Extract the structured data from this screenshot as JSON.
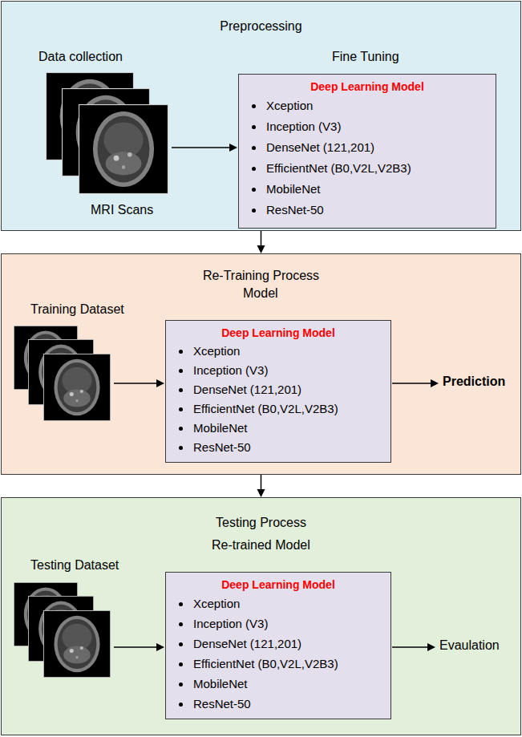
{
  "diagram": {
    "nodes": [
      {
        "text": [
          "Preprocessing"
        ]
      },
      {
        "text": [
          "Deep Learning Model",
          "Xception",
          "Inception (V3)",
          "DenseNet (121,201)",
          "EfficientNet (B0,V2L,V2B3)",
          "MobileNet",
          "ResNet-50"
        ],
        "in": 0
      },
      {
        "text": [
          "Re-Training Process"
        ]
      },
      {
        "text": [
          "Deep Learning Model",
          "Xception",
          "Inception (V3)",
          "DenseNet (121,201)",
          "EfficientNet (B0,V2L,V2B3)",
          "MobileNet",
          "ResNet-50"
        ],
        "in": 2
      },
      {
        "text": [
          "Testing Process"
        ]
      },
      {
        "text": [
          "Deep Learning Model",
          "Xception",
          "Inception (V3)",
          "DenseNet (121,201)",
          "EfficientNet (B0,V2L,V2B3)",
          "MobileNet",
          "ResNet-50"
        ],
        "in": 4
      }
    ],
    "edges": [
      {
        "from": 0,
        "to": 2,
        "arrow": "to"
      },
      {
        "from": 2,
        "to": 4,
        "arrow": "to"
      }
    ],
    "labels": [
      "Data collection",
      "MRI Scans",
      "Fine Tuning",
      "Model",
      "Training Dataset",
      "Prediction",
      "Re-trained Model",
      "Testing Dataset",
      "Evaulation"
    ]
  }
}
